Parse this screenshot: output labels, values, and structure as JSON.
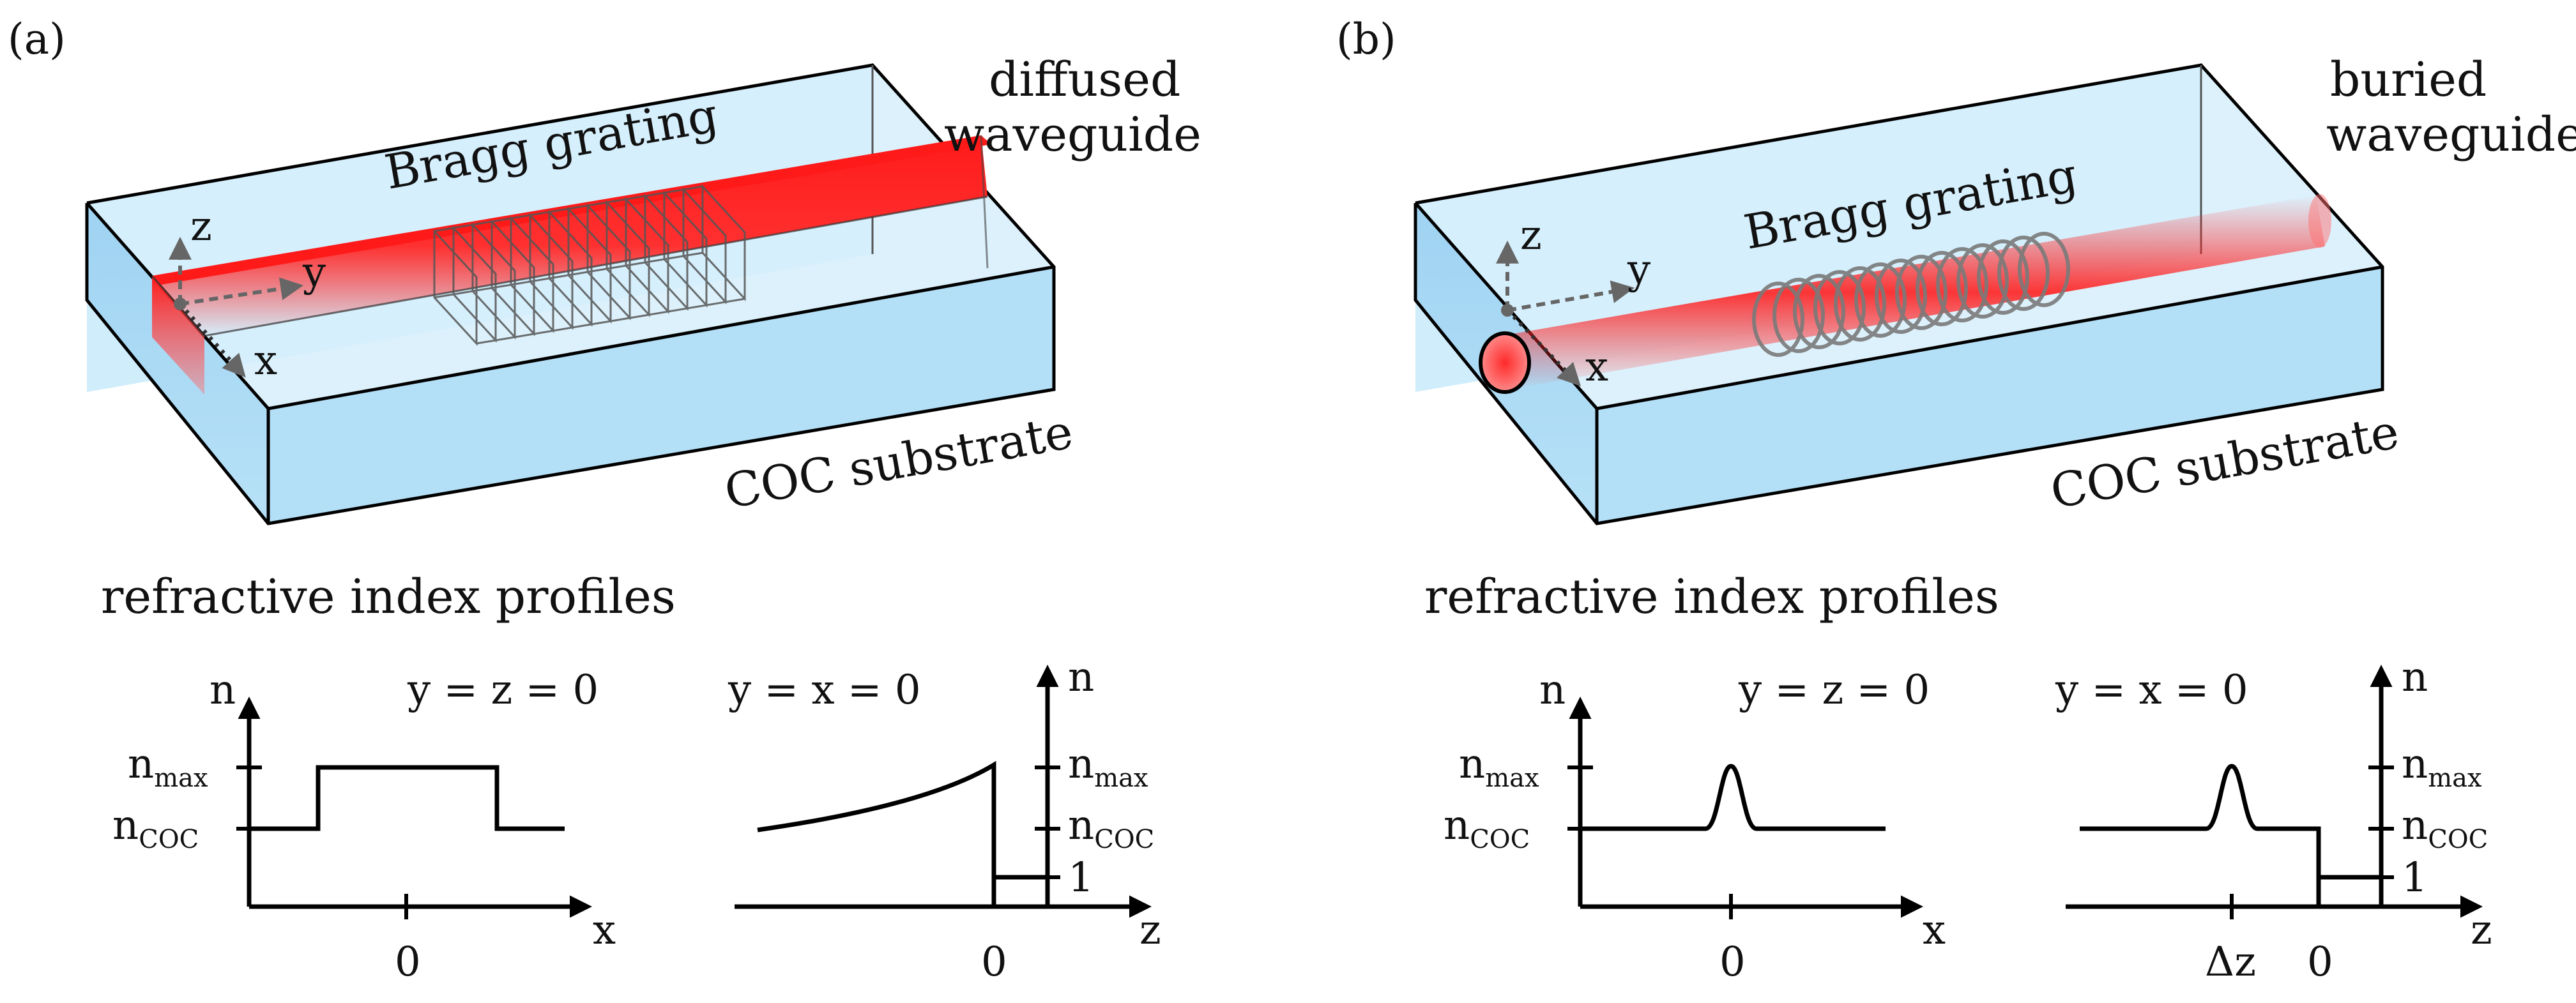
{
  "panel_a": {
    "label": "(a)",
    "waveguide_line1": "diffused",
    "waveguide_line2": "waveguide",
    "grating": "Bragg grating",
    "substrate": "COC substrate",
    "axis_x": "x",
    "axis_y": "y",
    "axis_z": "z",
    "profiles_title": "refractive index profiles",
    "plot1": {
      "n": "n",
      "cond": "y = z = 0",
      "nmax_main": "n",
      "nmax_sub": "max",
      "ncoc_main": "n",
      "ncoc_sub": "COC",
      "zero": "0",
      "xaxis": "x"
    },
    "plot2": {
      "n": "n",
      "cond": "y = x = 0",
      "nmax_main": "n",
      "nmax_sub": "max",
      "ncoc_main": "n",
      "ncoc_sub": "COC",
      "one": "1",
      "zero": "0",
      "xaxis": "z"
    }
  },
  "panel_b": {
    "label": "(b)",
    "waveguide_line1": "buried",
    "waveguide_line2": "waveguide",
    "grating": "Bragg grating",
    "substrate": "COC substrate",
    "axis_x": "x",
    "axis_y": "y",
    "axis_z": "z",
    "profiles_title": "refractive index profiles",
    "plot1": {
      "n": "n",
      "cond": "y = z = 0",
      "nmax_main": "n",
      "nmax_sub": "max",
      "ncoc_main": "n",
      "ncoc_sub": "COC",
      "zero": "0",
      "xaxis": "x"
    },
    "plot2": {
      "n": "n",
      "cond": "y = x = 0",
      "nmax_main": "n",
      "nmax_sub": "max",
      "ncoc_main": "n",
      "ncoc_sub": "COC",
      "one": "1",
      "dz": "Δz",
      "zero": "0",
      "xaxis": "z"
    }
  },
  "colors": {
    "substrate": "#bfe3f7",
    "core": "#ff1a1a",
    "line": "#000000",
    "dash": "#6e6e6e"
  }
}
